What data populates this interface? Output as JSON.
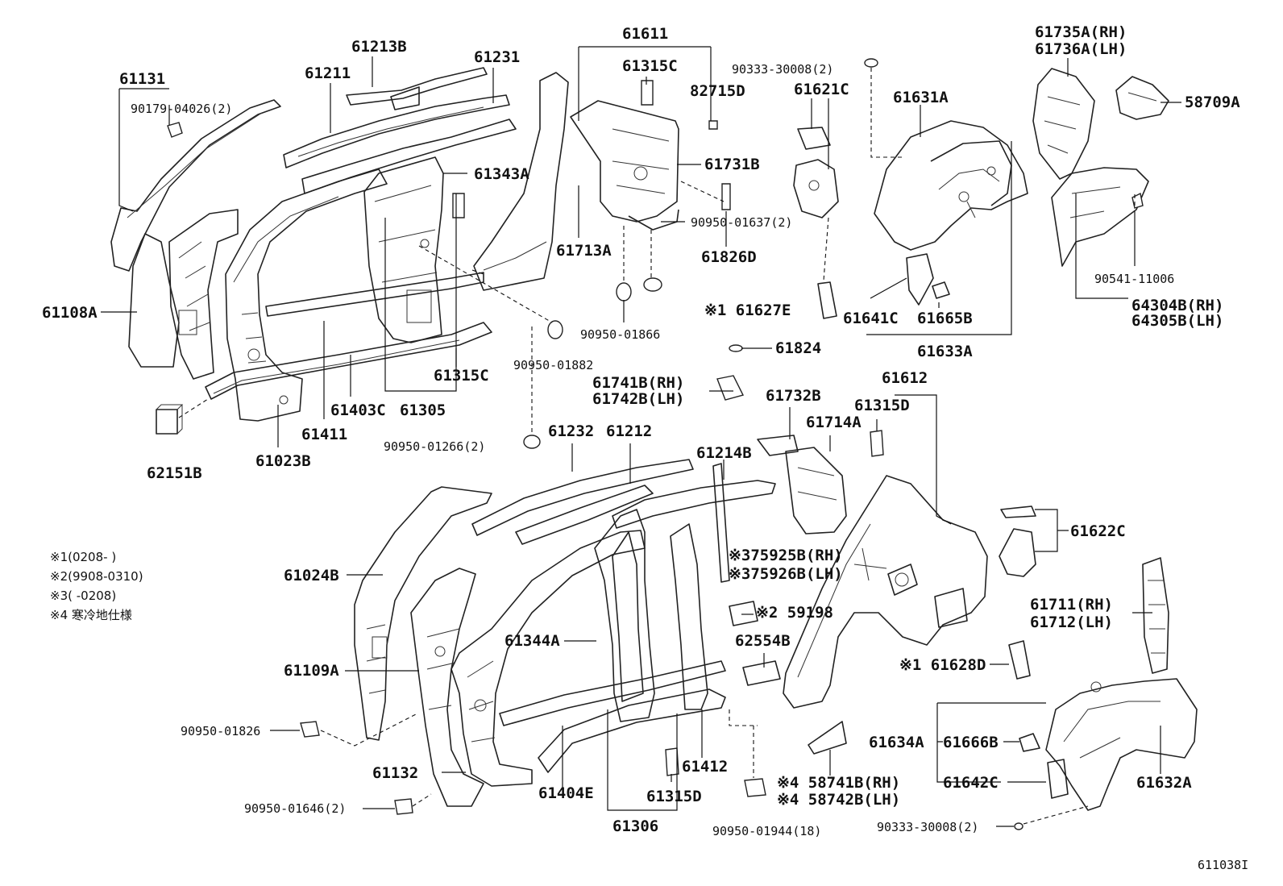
{
  "labels": {
    "p61131": "61131",
    "p90179": "90179-04026(2)",
    "p61213B": "61213B",
    "p61211": "61211",
    "p61231": "61231",
    "p61611": "61611",
    "p61315C_top": "61315C",
    "p82715D": "82715D",
    "p90333_top": "90333-30008(2)",
    "p61621C": "61621C",
    "p61631A": "61631A",
    "p61735A": "61735A(RH)",
    "p61736A": "61736A(LH)",
    "p58709A": "58709A",
    "p61343A": "61343A",
    "p61731B": "61731B",
    "p61713A": "61713A",
    "p61826D": "61826D",
    "p90950_01637": "90950-01637(2)",
    "p61627E": "※1 61627E",
    "p90541": "90541-11006",
    "p64304B": "64304B(RH)",
    "p64305B": "64305B(LH)",
    "p61108A": "61108A",
    "p90950_01866": "90950-01866",
    "p61641C": "61641C",
    "p61665B": "61665B",
    "p61633A": "61633A",
    "p90950_01882": "90950-01882",
    "p61824": "61824",
    "p61315C_mid": "61315C",
    "p61403C": "61403C",
    "p61305": "61305",
    "p61741B": "61741B(RH)",
    "p61742B": "61742B(LH)",
    "p61612": "61612",
    "p61732B": "61732B",
    "p61315D_top": "61315D",
    "p61714A": "61714A",
    "p61411": "61411",
    "p61023B": "61023B",
    "p90950_01266": "90950-01266(2)",
    "p61232": "61232",
    "p61212": "61212",
    "p61214B": "61214B",
    "p62151B": "62151B",
    "p61622C": "61622C",
    "p375925B": "※375925B(RH)",
    "p375926B": "※375926B(LH)",
    "p61024B": "61024B",
    "p59198": "※2 59198",
    "p61711": "61711(RH)",
    "p61712": "61712(LH)",
    "p61344A": "61344A",
    "p62554B": "62554B",
    "p61109A": "61109A",
    "p61628D": "※1 61628D",
    "p90950_01826": "90950-01826",
    "p61634A": "61634A",
    "p61666B": "61666B",
    "p61132": "61132",
    "p61412": "61412",
    "p58741B": "※4 58741B(RH)",
    "p58742B": "※4 58742B(LH)",
    "p61642C": "61642C",
    "p61632A": "61632A",
    "p90950_01646": "90950-01646(2)",
    "p61404E": "61404E",
    "p61315D_bot": "61315D",
    "p61306": "61306",
    "p90950_01944": "90950-01944(18)",
    "p90333_bot": "90333-30008(2)"
  },
  "notes": {
    "n1": "※1(0208-     )",
    "n2": "※2(9908-0310)",
    "n3": "※3(     -0208)",
    "n4": "※4 寒冷地仕様"
  },
  "figure_id": "611038I"
}
